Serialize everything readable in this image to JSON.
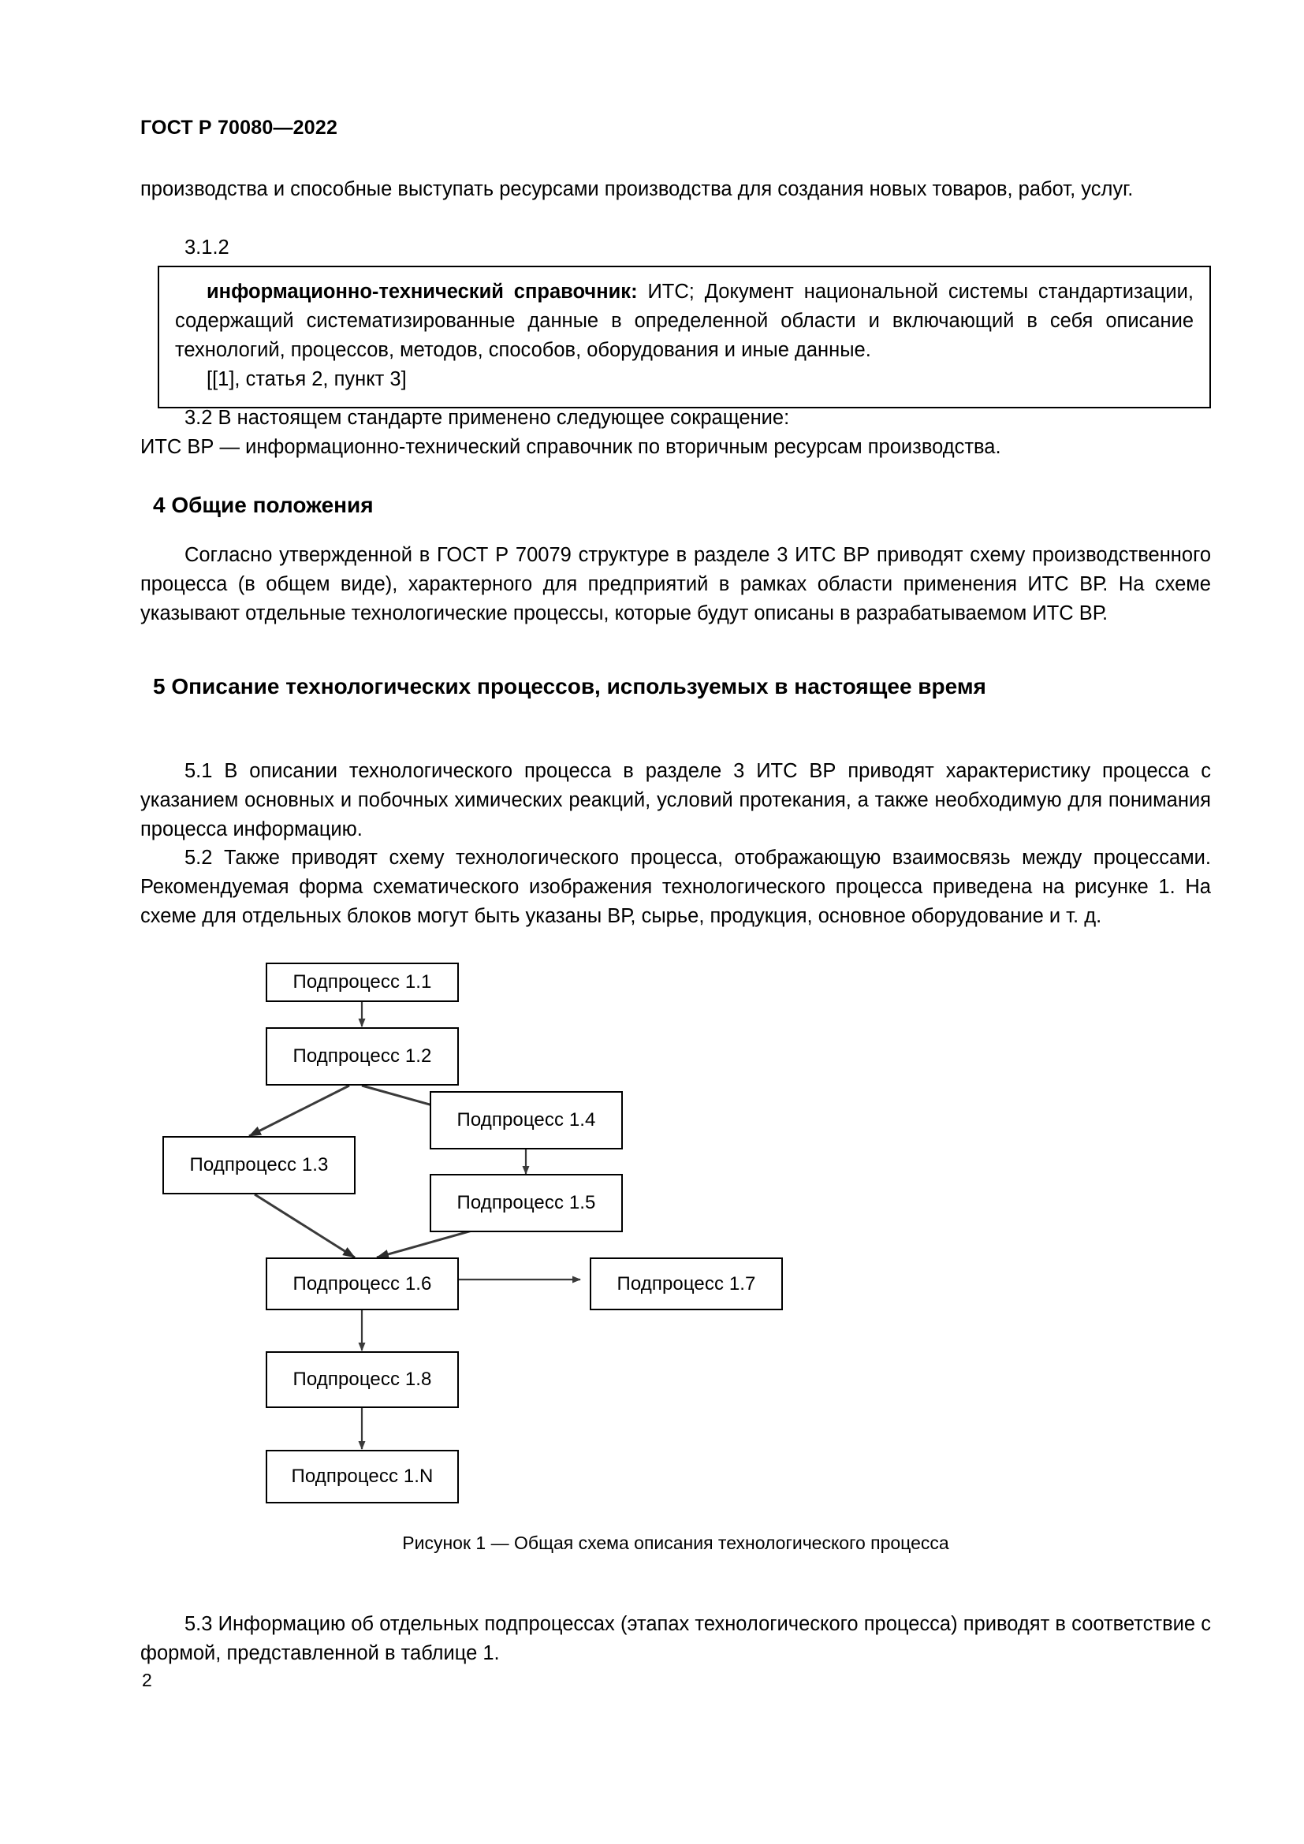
{
  "document": {
    "running_header": "ГОСТ Р 70080—2022",
    "page_number": "2"
  },
  "body": {
    "continued_paragraph": "производства   и способные выступать ресурсами производства для создания новых товаров, работ, услуг.",
    "term_number": "3.1.2",
    "definition_box": {
      "term": "информационно-технический справочник:",
      "definition": " ИТС; Документ национальной системы стандартизации, содержащий систематизированные данные в определенной области и включающий в себя описание технологий, процессов, методов, способов, оборудования и иные данные.",
      "source": "[[1], статья 2, пункт 3]"
    },
    "clause_3_2": "3.2  В настоящем стандарте применено следующее сокращение:",
    "abbreviation": "ИТС ВР — информационно-технический справочник по вторичным ресурсам производства."
  },
  "section4": {
    "heading": "4  Общие положения",
    "paragraph": "Согласно утвержденной в ГОСТ Р 70079 структуре в разделе 3 ИТС ВР приводят схему производственного процесса (в общем виде), характерного для предприятий в рамках области применения ИТС ВР. На схеме указывают отдельные технологические процессы, которые будут описаны в разрабатываемом ИТС ВР."
  },
  "section5": {
    "heading": "5  Описание технологических процессов, используемых в настоящее время",
    "clause_5_1": "5.1  В описании технологического процесса в разделе 3 ИТС ВР приводят характеристику процесса с указанием основных и побочных химических реакций, условий протекания, а также необходимую для понимания процесса информацию.",
    "clause_5_2": "5.2  Также приводят схему технологического процесса, отображающую взаимосвязь между процессами. Рекомендуемая форма схематического изображения технологического процесса приведена на рисунке 1. На схеме для отдельных блоков могут быть указаны ВР, сырье, продукция, основное оборудование и т. д.",
    "clause_5_3": "5.3  Информацию об отдельных подпроцессах (этапах технологического процесса) приводят в соответствие с формой, представленной в таблице 1."
  },
  "figure": {
    "caption": "Рисунок 1 — Общая схема описания технологического процесса",
    "nodes": [
      {
        "id": "n11",
        "label": "Подпроцесс 1.1"
      },
      {
        "id": "n12",
        "label": "Подпроцесс 1.2"
      },
      {
        "id": "n13",
        "label": "Подпроцесс 1.3"
      },
      {
        "id": "n14",
        "label": "Подпроцесс 1.4"
      },
      {
        "id": "n15",
        "label": "Подпроцесс 1.5"
      },
      {
        "id": "n16",
        "label": "Подпроцесс 1.6"
      },
      {
        "id": "n17",
        "label": "Подпроцесс 1.7"
      },
      {
        "id": "n18",
        "label": "Подпроцесс 1.8"
      },
      {
        "id": "n1n",
        "label": "Подпроцесс 1.N"
      }
    ],
    "edges": [
      {
        "from": "n11",
        "to": "n12"
      },
      {
        "from": "n12",
        "to": "n13"
      },
      {
        "from": "n12",
        "to": "n14"
      },
      {
        "from": "n14",
        "to": "n15"
      },
      {
        "from": "n13",
        "to": "n16"
      },
      {
        "from": "n15",
        "to": "n16"
      },
      {
        "from": "n16",
        "to": "n17"
      },
      {
        "from": "n16",
        "to": "n18"
      },
      {
        "from": "n18",
        "to": "n1n"
      }
    ]
  }
}
